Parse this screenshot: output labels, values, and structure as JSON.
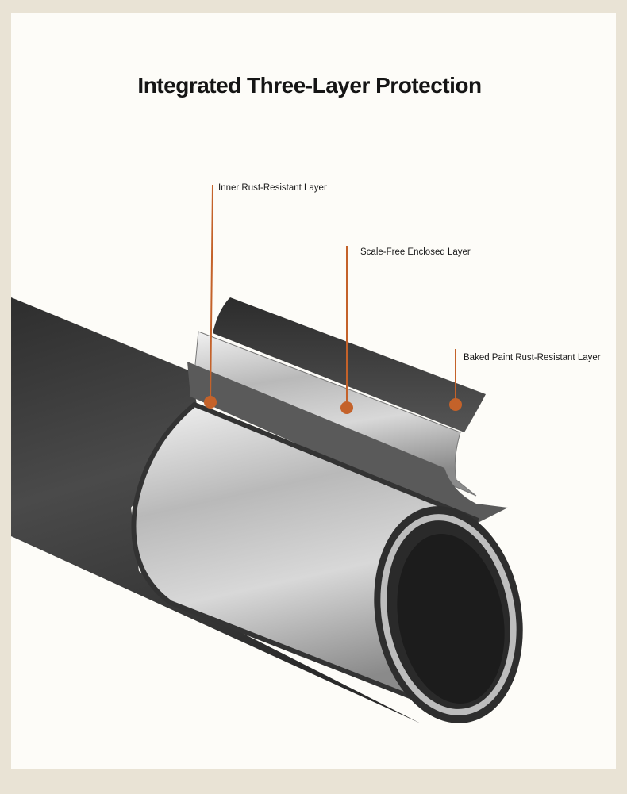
{
  "title": "Integrated Three-Layer Protection",
  "callouts": [
    {
      "label": "Inner Rust-Resistant Layer"
    },
    {
      "label": "Scale-Free Enclosed Layer"
    },
    {
      "label": "Baked Paint Rust-Resistant Layer"
    }
  ],
  "colors": {
    "accent": "#c4622a",
    "background": "#fdfcf8",
    "border": "#e9e3d5"
  }
}
